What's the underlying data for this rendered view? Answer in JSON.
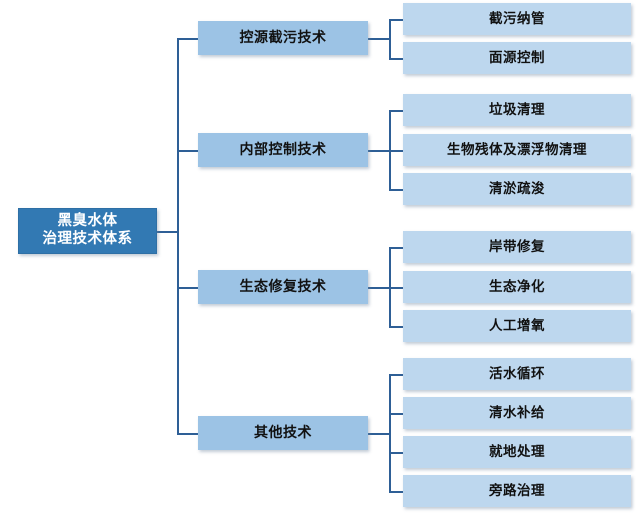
{
  "diagram": {
    "title": "黑臭水体治理技术体系",
    "type": "tree",
    "colors": {
      "root_fill": "#3279B3",
      "root_text": "#FFFFFF",
      "level2_fill": "#9CC3E5",
      "level2_text": "#111111",
      "leaf_fill": "#BDD7EE",
      "leaf_text": "#111111",
      "connector": "#2E5F96",
      "background": "#FFFFFF"
    },
    "root": {
      "label": "黑臭水体\n治理技术体系",
      "line1": "黑臭水体",
      "line2": "治理技术体系"
    },
    "branches": [
      {
        "label": "控源截污技术",
        "leaves": [
          {
            "label": "截污纳管"
          },
          {
            "label": "面源控制"
          }
        ]
      },
      {
        "label": "内部控制技术",
        "leaves": [
          {
            "label": "垃圾清理"
          },
          {
            "label": "生物残体及漂浮物清理"
          },
          {
            "label": "清淤疏浚"
          }
        ]
      },
      {
        "label": "生态修复技术",
        "leaves": [
          {
            "label": "岸带修复"
          },
          {
            "label": "生态净化"
          },
          {
            "label": "人工增氧"
          }
        ]
      },
      {
        "label": "其他技术",
        "leaves": [
          {
            "label": "活水循环"
          },
          {
            "label": "清水补给"
          },
          {
            "label": "就地处理"
          },
          {
            "label": "旁路治理"
          }
        ]
      }
    ]
  }
}
